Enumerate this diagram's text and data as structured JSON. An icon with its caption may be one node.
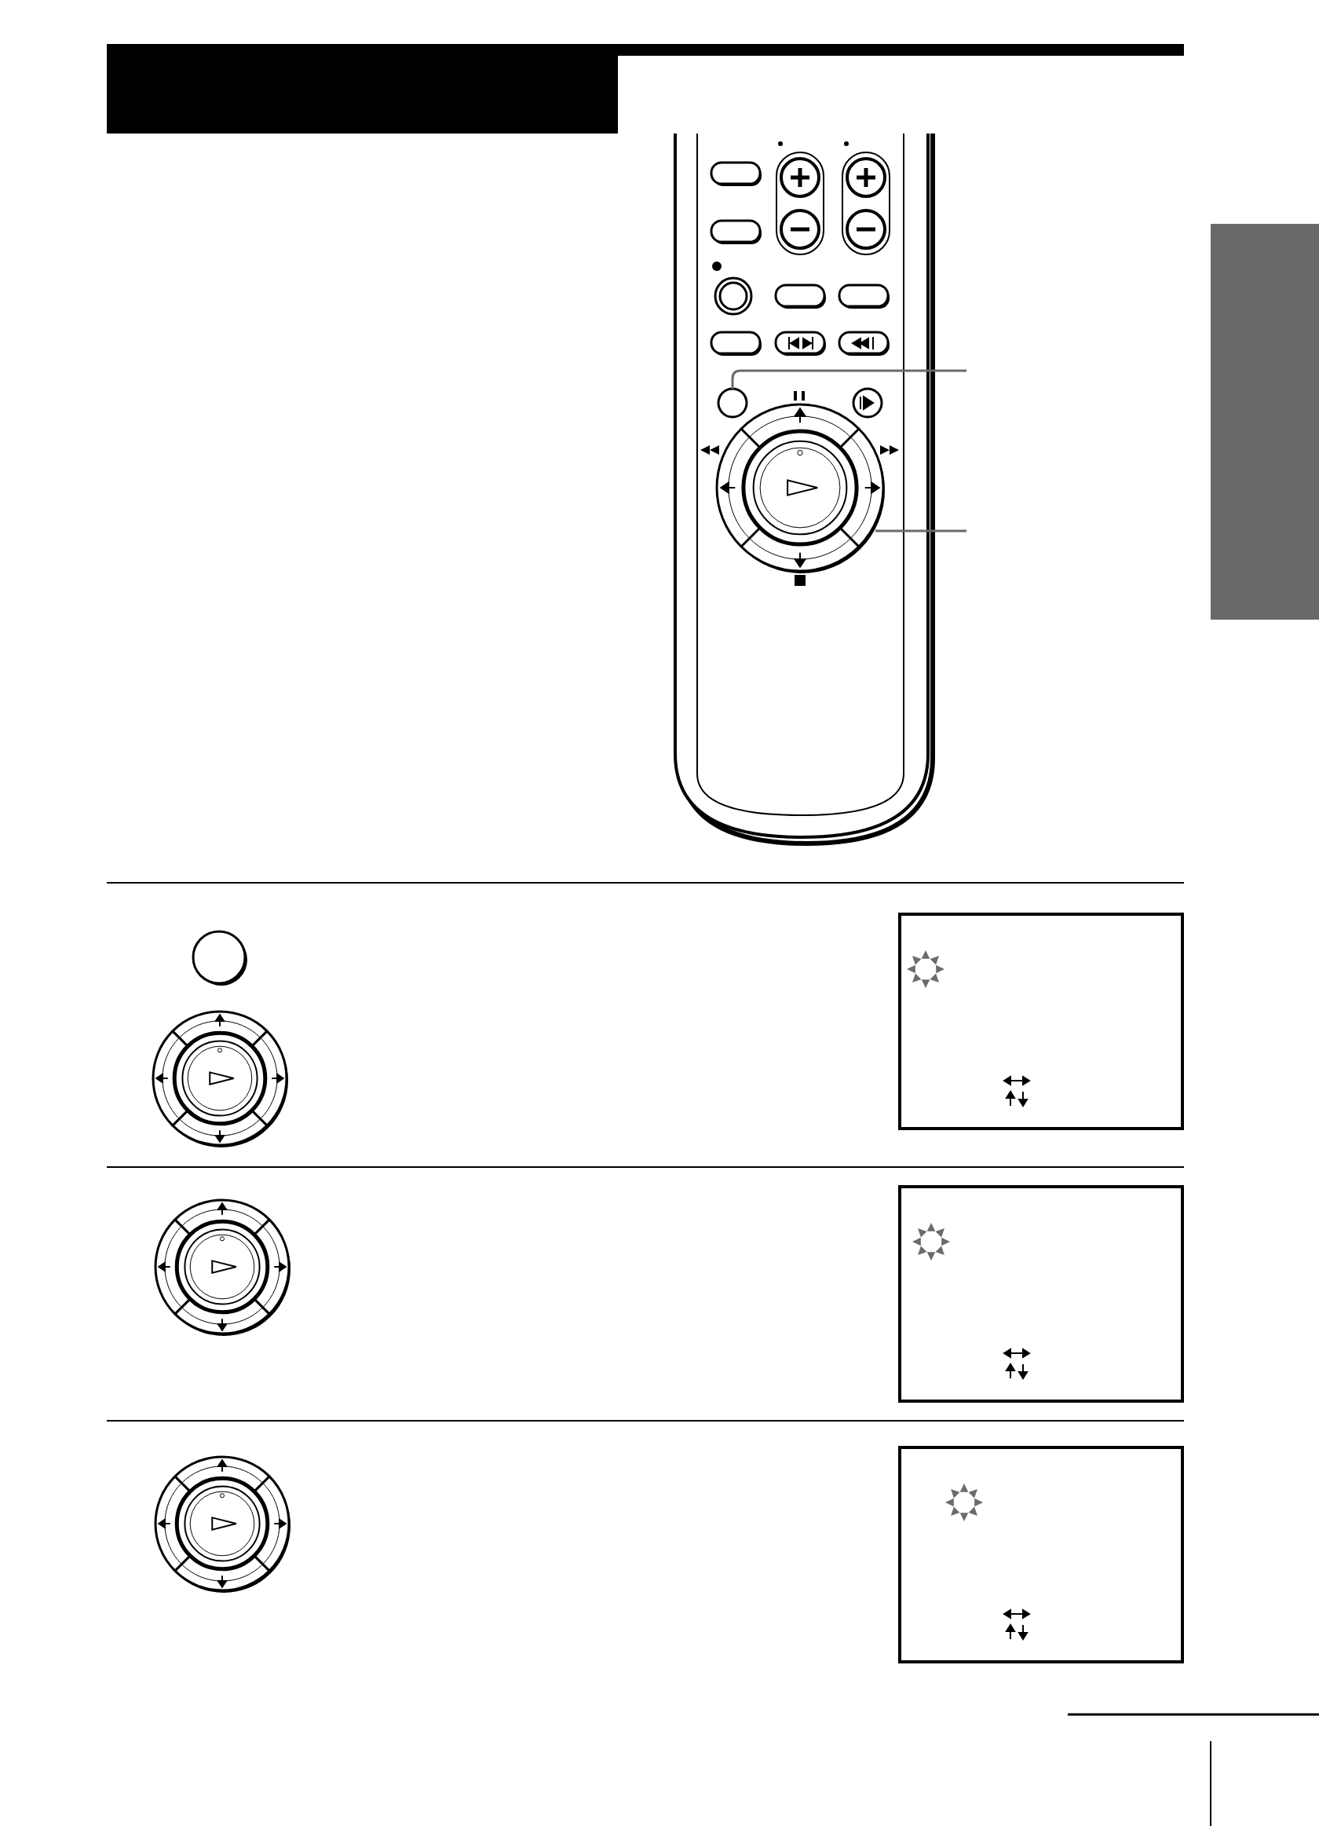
{
  "diagram": {
    "nodes": [
      {
        "text": [],
        "shape": "circle"
      },
      {
        "text": [],
        "shape": "circle"
      },
      {
        "text": [],
        "shape": "box"
      }
    ],
    "edges": [
      {
        "from": 0,
        "to": null,
        "arrow": "none"
      },
      {
        "from": 1,
        "to": null,
        "arrow": "none"
      }
    ]
  }
}
